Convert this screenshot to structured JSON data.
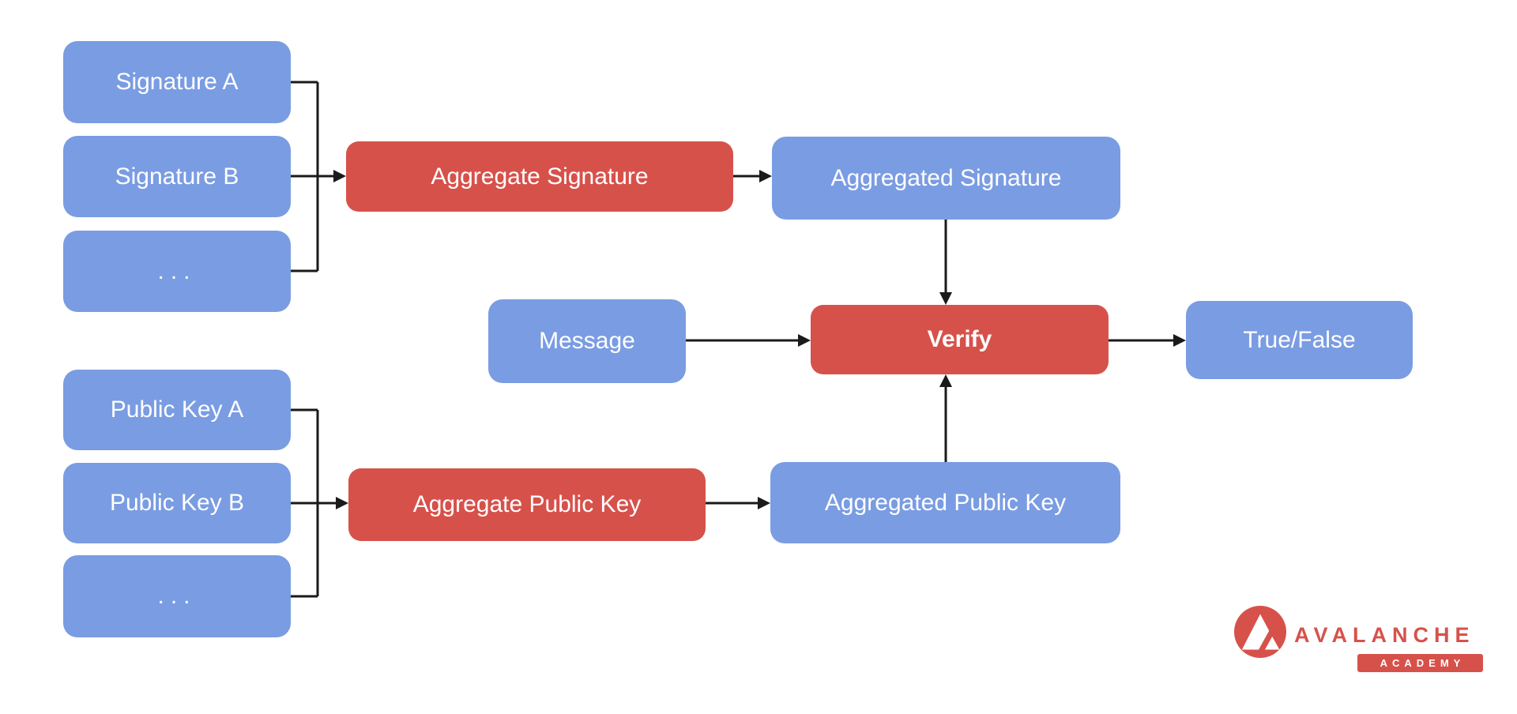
{
  "diagram": {
    "nodes": {
      "signature_a": "Signature A",
      "signature_b": "Signature B",
      "signature_ellipsis": "...",
      "aggregate_signature": "Aggregate Signature",
      "aggregated_signature": "Aggregated Signature",
      "message": "Message",
      "verify": "Verify",
      "true_false": "True/False",
      "public_key_a": "Public Key A",
      "public_key_b": "Public Key B",
      "public_key_ellipsis": "...",
      "aggregate_public_key": "Aggregate Public Key",
      "aggregated_public_key": "Aggregated Public Key"
    },
    "edges": [
      {
        "from": "signature_a",
        "to": "aggregate_signature"
      },
      {
        "from": "signature_b",
        "to": "aggregate_signature"
      },
      {
        "from": "signature_ellipsis",
        "to": "aggregate_signature"
      },
      {
        "from": "aggregate_signature",
        "to": "aggregated_signature"
      },
      {
        "from": "aggregated_signature",
        "to": "verify"
      },
      {
        "from": "message",
        "to": "verify"
      },
      {
        "from": "verify",
        "to": "true_false"
      },
      {
        "from": "public_key_a",
        "to": "aggregate_public_key"
      },
      {
        "from": "public_key_b",
        "to": "aggregate_public_key"
      },
      {
        "from": "public_key_ellipsis",
        "to": "aggregate_public_key"
      },
      {
        "from": "aggregate_public_key",
        "to": "aggregated_public_key"
      },
      {
        "from": "aggregated_public_key",
        "to": "verify"
      }
    ],
    "colors": {
      "node_blue": "#7a9ce2",
      "node_red": "#d7514b",
      "arrow": "#1a1a1a",
      "background": "#ffffff",
      "label_text": "#ffffff"
    }
  },
  "branding": {
    "wordmark": "AVALANCHE",
    "badge": "ACADEMY",
    "brand_red": "#d7514b"
  }
}
